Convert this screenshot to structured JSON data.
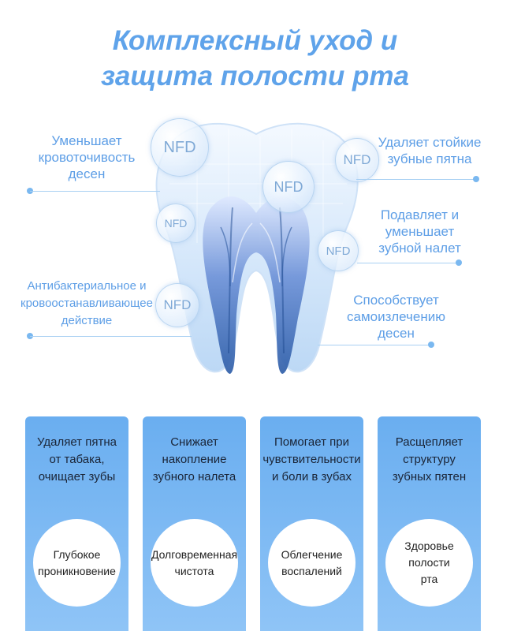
{
  "title": {
    "line1": "Комплексный уход и",
    "line2": "защита полости рта"
  },
  "bubble_label": "NFD",
  "features_left": [
    {
      "lines": [
        "Уменьшает",
        "кровоточивость",
        "десен"
      ]
    },
    {
      "lines": [
        "Антибактериальное и",
        "кровоостанавливающее",
        "действие"
      ]
    }
  ],
  "features_right": [
    {
      "lines": [
        "Удаляет стойкие",
        "зубные пятна"
      ]
    },
    {
      "lines": [
        "Подавляет и",
        "уменьшает",
        "зубной налет"
      ]
    },
    {
      "lines": [
        "Способствует",
        "самоизлечению",
        "десен"
      ]
    }
  ],
  "cards": [
    {
      "text": [
        "Удаляет пятна",
        "от табака,",
        "очищает зубы"
      ],
      "circle": [
        "Глубокое",
        "проникновение"
      ]
    },
    {
      "text": [
        "Снижает",
        "накопление",
        "зубного налета"
      ],
      "circle": [
        "Долговременная",
        "чистота"
      ]
    },
    {
      "text": [
        "Помогает при",
        "чувствительности",
        "и боли в зубах"
      ],
      "circle": [
        "Облегчение",
        "воспалений"
      ]
    },
    {
      "text": [
        "Расщепляет",
        "структуру",
        "зубных пятен"
      ],
      "circle": [
        "Здоровье",
        "полости",
        "рта"
      ]
    }
  ],
  "colors": {
    "accent": "#5fa3ea",
    "card": "#6aaef0",
    "text_dark": "#1a2436"
  }
}
